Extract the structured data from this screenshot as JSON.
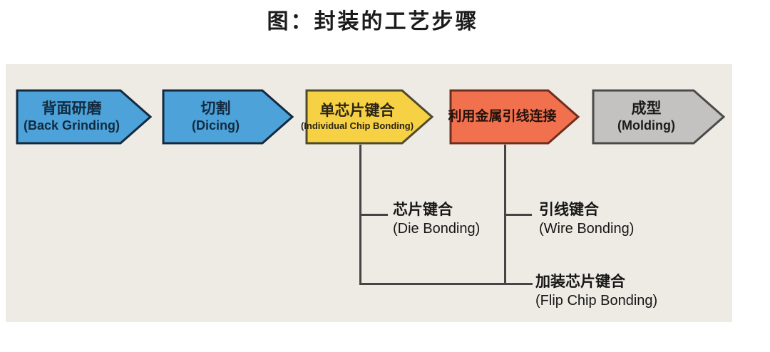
{
  "title": "图：封装的工艺步骤",
  "colors": {
    "panel_background": "#EEEBE4",
    "connector_line": "#454545",
    "blue_step": "#4CA2D9",
    "yellow_step": "#F7D144",
    "orange_step": "#F1714E",
    "gray_step": "#C3C2C0"
  },
  "steps": [
    {
      "label_cn": "背面研磨",
      "label_en": "(Back Grinding)",
      "fill": "#4CA2D9",
      "stroke": "#14293E"
    },
    {
      "label_cn": "切割",
      "label_en": "(Dicing)",
      "fill": "#4CA2D9",
      "stroke": "#14293E"
    },
    {
      "label_cn": "单芯片键合",
      "label_en": "(Individual Chip Bonding)",
      "fill": "#F7D144",
      "stroke": "#4F4A2E"
    },
    {
      "label_cn": "利用金属引线连接",
      "label_en": "",
      "fill": "#F1714E",
      "stroke": "#6E2E1F"
    },
    {
      "label_cn": "成型",
      "label_en": "(Molding)",
      "fill": "#C3C2C0",
      "stroke": "#4A4A48"
    }
  ],
  "bonding_labels": [
    {
      "label_cn": "芯片键合",
      "label_en": "(Die Bonding)"
    },
    {
      "label_cn": "引线键合",
      "label_en": "(Wire Bonding)"
    },
    {
      "label_cn": "加装芯片键合",
      "label_en": "(Flip Chip Bonding)"
    }
  ]
}
